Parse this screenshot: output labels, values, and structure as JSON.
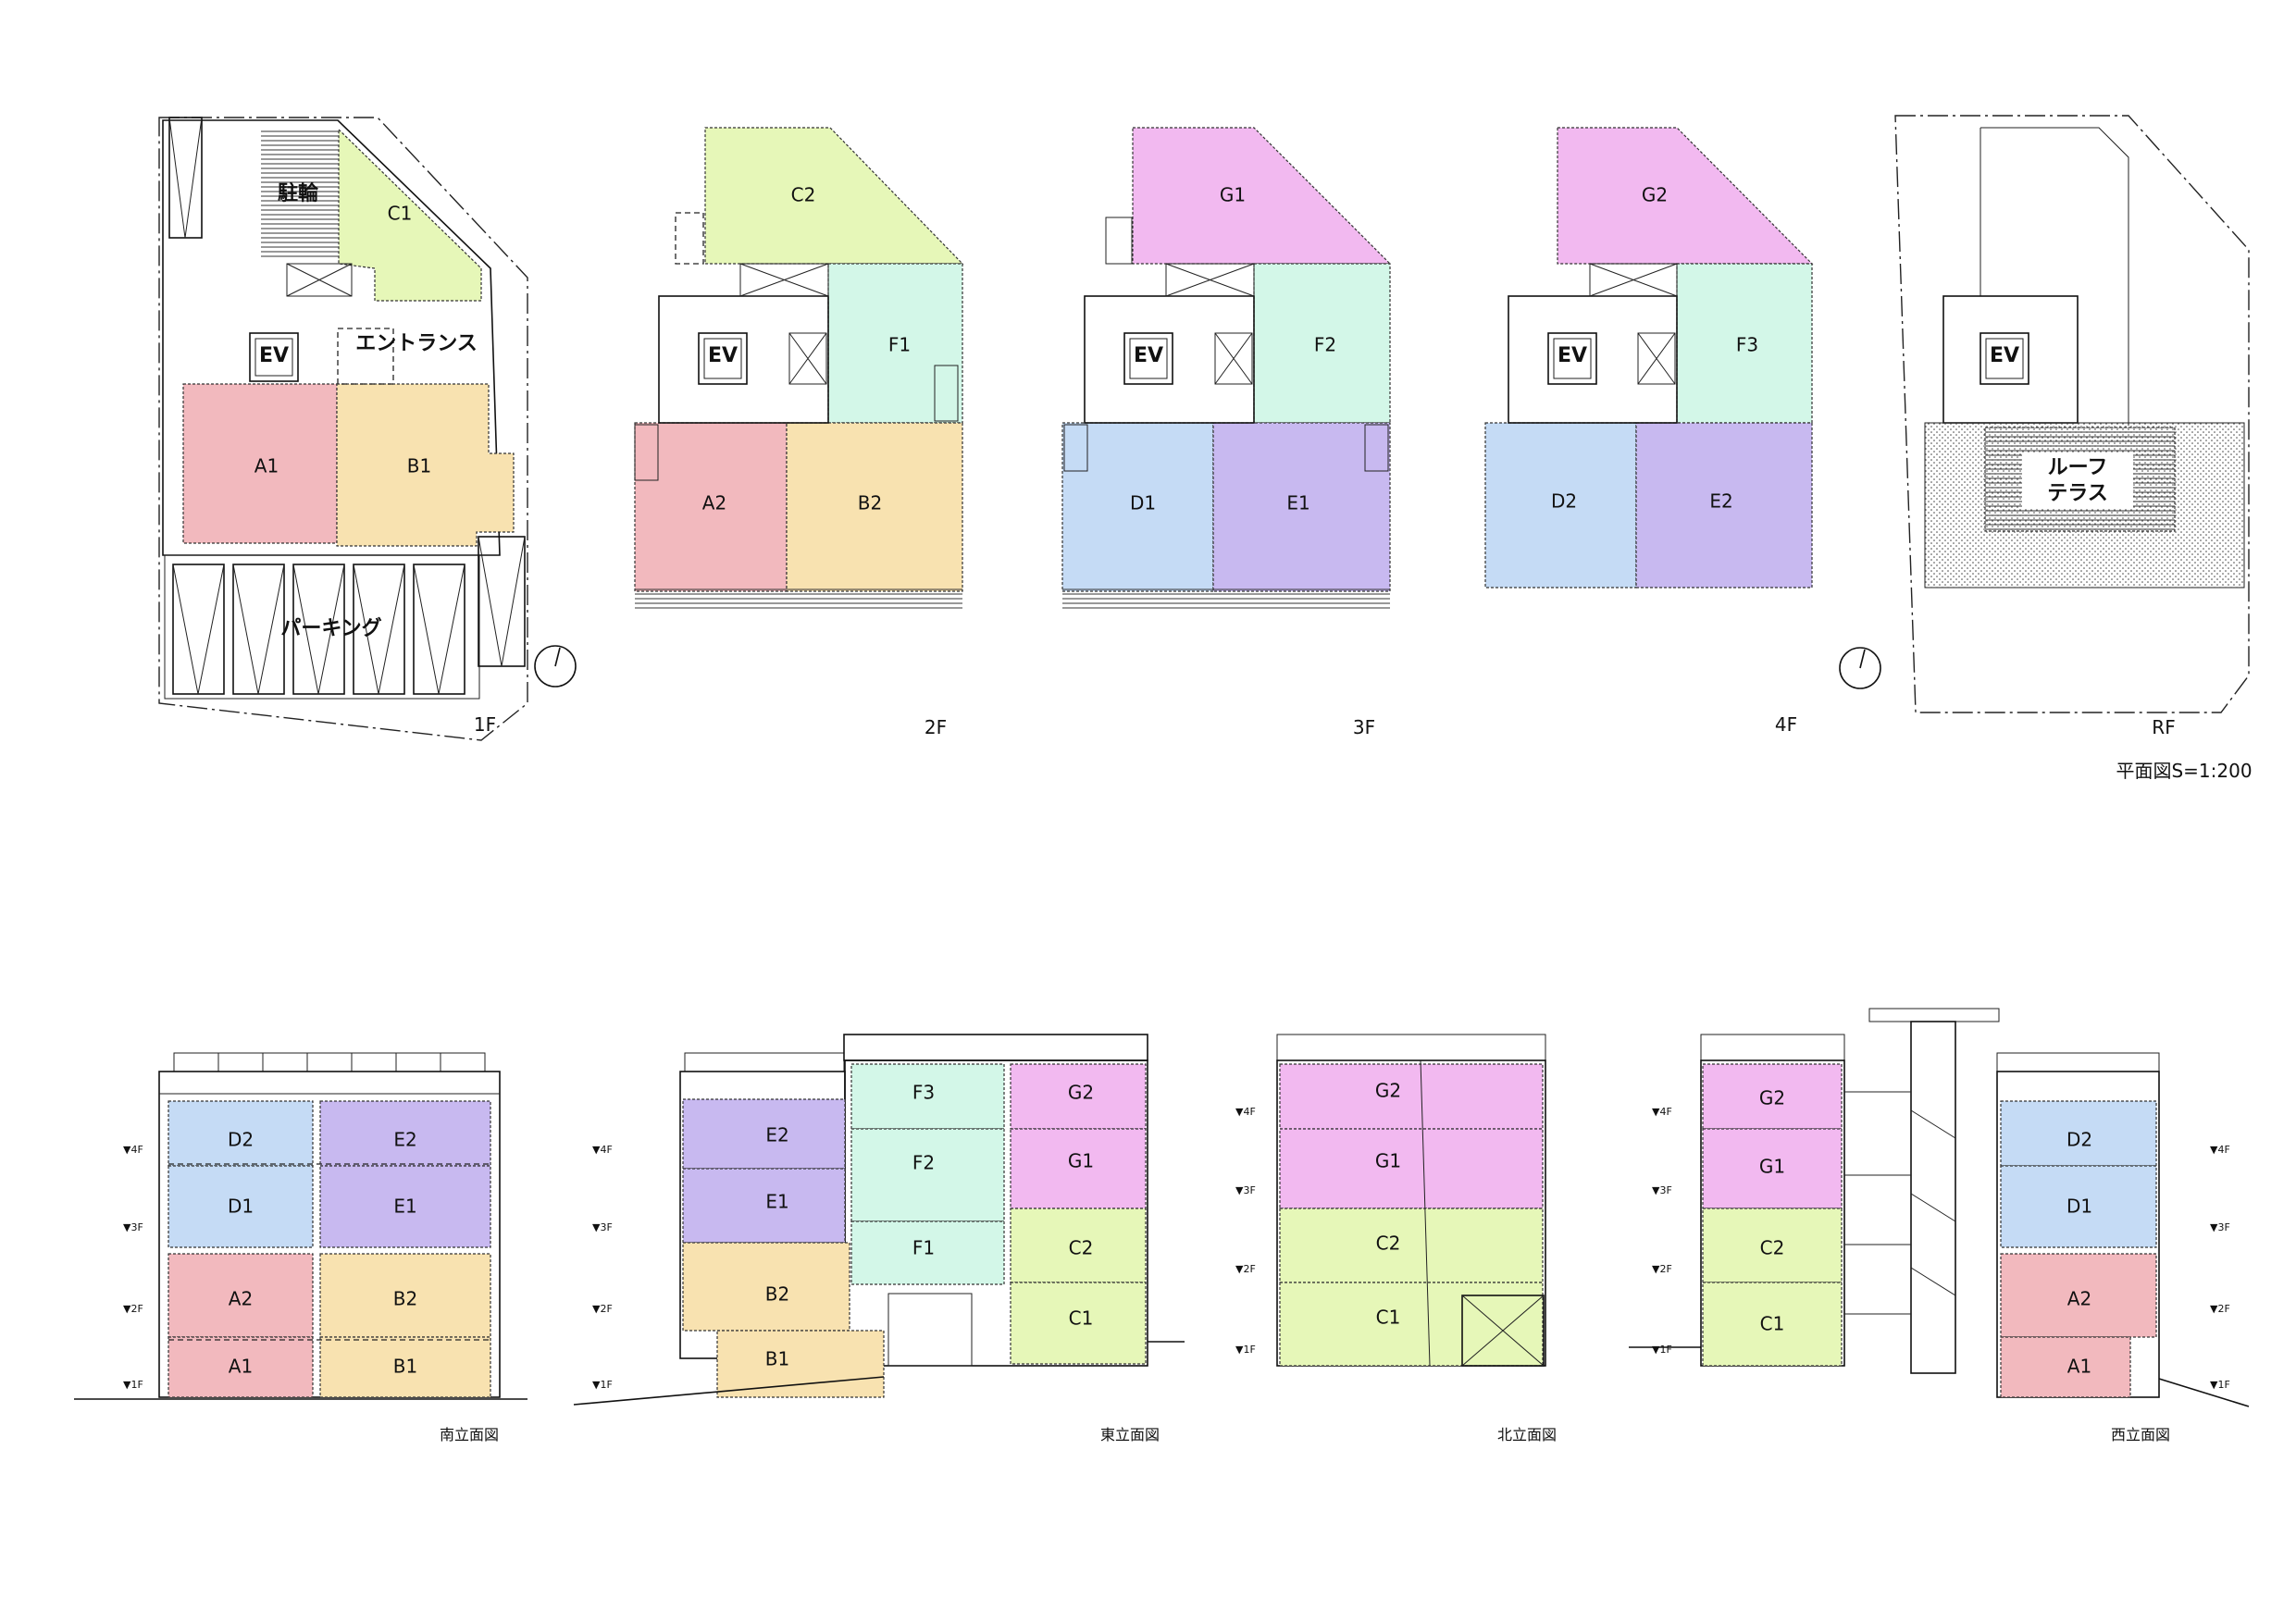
{
  "colors": {
    "A": "#f2b9be",
    "B": "#f8e2b0",
    "C": "#e6f7b8",
    "D": "#c5dbf5",
    "E": "#c8b9f0",
    "F": "#d3f7e8",
    "G": "#f2b9f0",
    "terrace": "#f0f0f0"
  },
  "floor_labels": {
    "f1": "1F",
    "f2": "2F",
    "f3": "3F",
    "f4": "4F",
    "rf": "RF"
  },
  "plan_scale": "平面図S=1:200",
  "plan_rooms": {
    "f1": {
      "bike": "駐輪",
      "c1": "C1",
      "ev": "EV",
      "entrance": "エントランス",
      "a1": "A1",
      "b1": "B1",
      "parking": "パーキング"
    },
    "f2": {
      "c2": "C2",
      "ev": "EV",
      "f1": "F1",
      "a2": "A2",
      "b2": "B2"
    },
    "f3": {
      "g1": "G1",
      "ev": "EV",
      "f2": "F2",
      "d1": "D1",
      "e1": "E1"
    },
    "f4": {
      "g2": "G2",
      "ev": "EV",
      "f3": "F3",
      "d2": "D2",
      "e2": "E2"
    },
    "rf": {
      "ev": "EV",
      "terrace_1": "ルーフ",
      "terrace_2": "テラス"
    }
  },
  "elevation_titles": {
    "south": "南立面図",
    "east": "東立面図",
    "north": "北立面図",
    "west": "西立面図"
  },
  "level_marks": {
    "l4": "▼4F",
    "l3": "▼3F",
    "l2": "▼2F",
    "l1": "▼1F"
  },
  "elevations": {
    "south": {
      "d2": "D2",
      "e2": "E2",
      "d1": "D1",
      "e1": "E1",
      "a2": "A2",
      "b2": "B2",
      "a1": "A1",
      "b1": "B1"
    },
    "east": {
      "e2": "E2",
      "e1": "E1",
      "b2": "B2",
      "b1": "B1",
      "f3": "F3",
      "f2": "F2",
      "f1": "F1",
      "g2": "G2",
      "g1": "G1",
      "c2": "C2",
      "c1": "C1"
    },
    "north": {
      "g2": "G2",
      "g1": "G1",
      "c2": "C2",
      "c1": "C1"
    },
    "west": {
      "g2": "G2",
      "g1": "G1",
      "c2": "C2",
      "c1": "C1",
      "d2": "D2",
      "d1": "D1",
      "a2": "A2",
      "a1": "A1"
    }
  }
}
